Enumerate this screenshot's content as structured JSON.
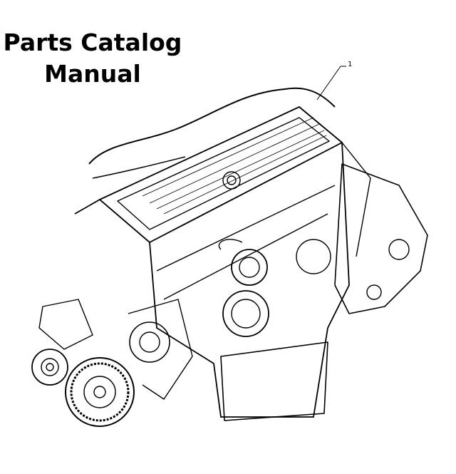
{
  "title": {
    "line1": "Parts Catalog",
    "line2": "Manual"
  },
  "illustration": {
    "subject": "engine-assembly",
    "callouts": [
      "1"
    ]
  }
}
